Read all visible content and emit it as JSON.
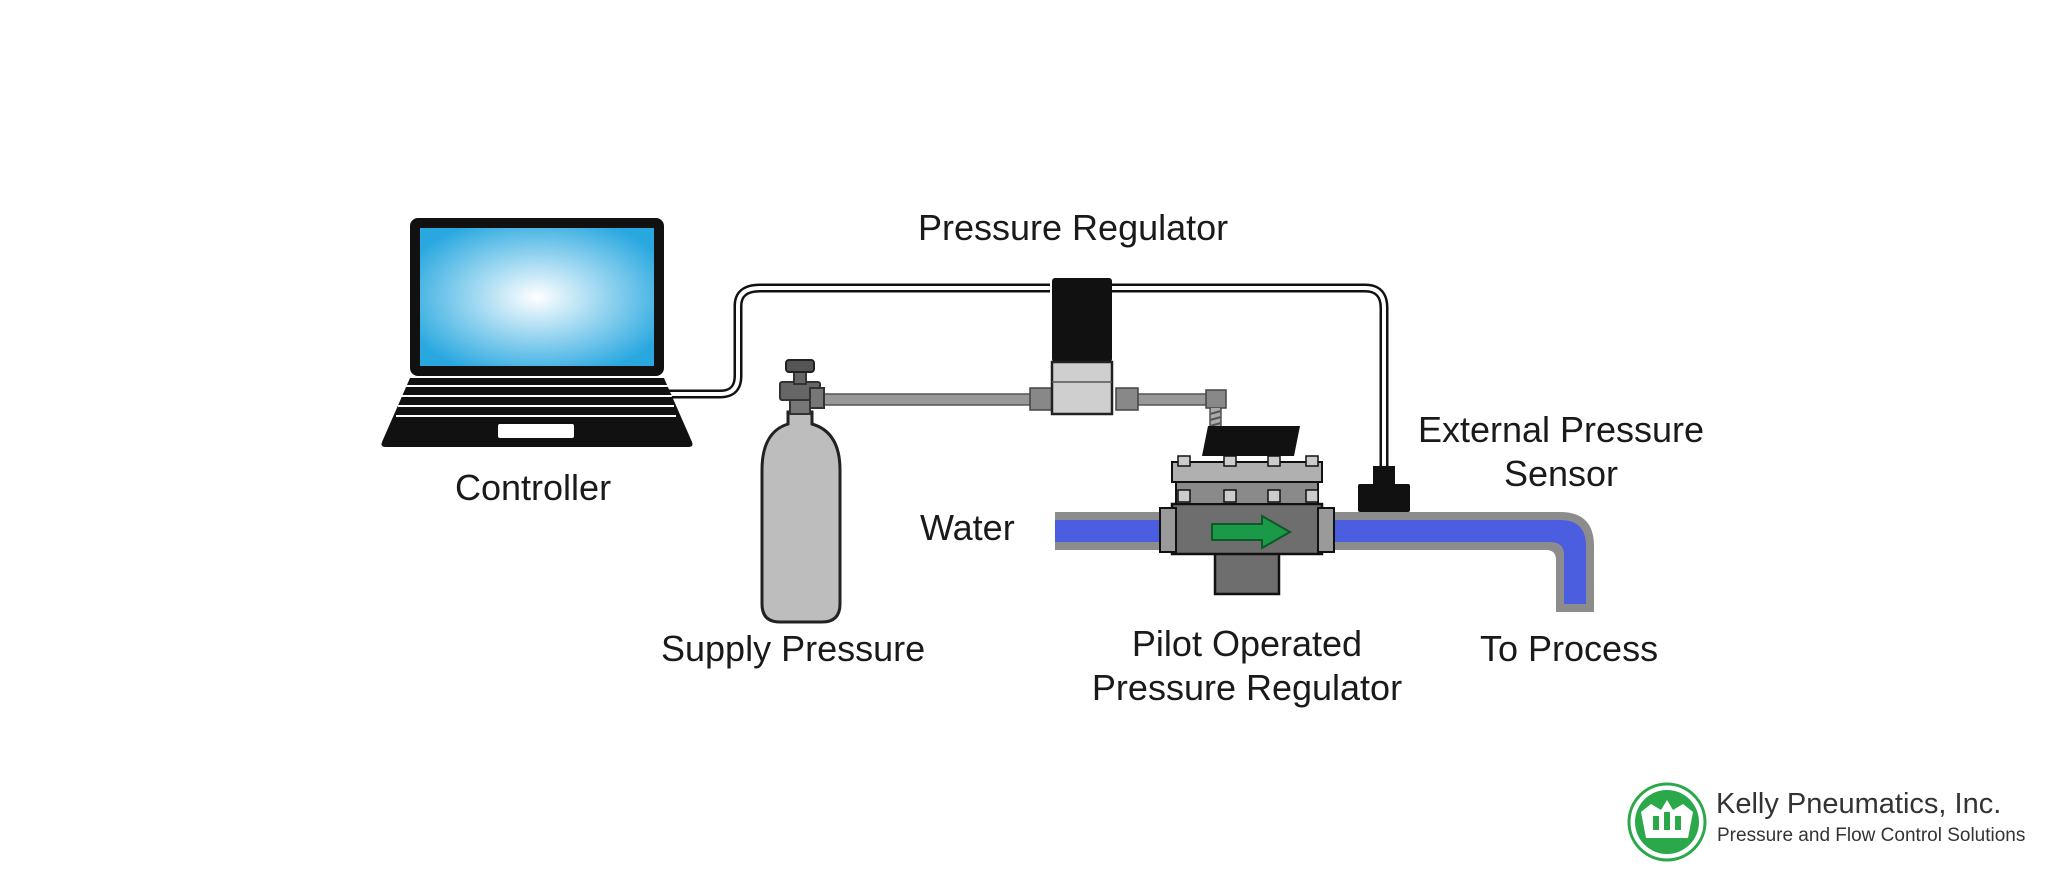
{
  "labels": {
    "pressure_regulator": "Pressure Regulator",
    "controller": "Controller",
    "water": "Water",
    "external_sensor_line1": "External Pressure",
    "external_sensor_line2": "Sensor",
    "supply_pressure": "Supply Pressure",
    "pilot_line1": "Pilot Operated",
    "pilot_line2": "Pressure Regulator",
    "to_process": "To Process"
  },
  "brand": {
    "name": "Kelly Pneumatics, Inc.",
    "tagline": "Pressure and Flow Control Solutions"
  },
  "colors": {
    "water_blue": "#4b5ee0",
    "pipe_gray": "#8c8c8c",
    "laptop_screen": "#29a8e0",
    "body_gray": "#6e6e6e",
    "cylinder_gray": "#bdbdbd",
    "arrow_green": "#1a9a48",
    "brand_green": "#2aa84a"
  }
}
